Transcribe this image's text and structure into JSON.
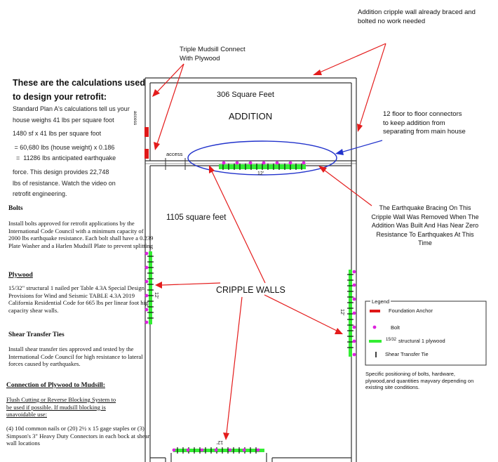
{
  "left_panel": {
    "title_line1": "These are the calculations used",
    "title_line2": "to design your retrofit:",
    "calc_lines": [
      "Standard Plan A's calculations tell us your",
      "house weighs 41 lbs per square foot",
      "1480 sf x 41 lbs per square foot",
      " = 60,680 lbs (house weight) x 0.186",
      "  =  11286 lbs anticipated earthquake",
      "force.  This design provides 22,748",
      "lbs of resistance. Watch the video on",
      "retrofit engineering."
    ],
    "bolts_heading": "Bolts",
    "bolts_text": "Install bolts approved for retrofit applications by the International Code Council with a minimum capacity of 2000 lbs earthquake resistance.  Each bolt shall have a 0.239  Plate Washer  and a Harlen Mudsill Plate to prevent splitting",
    "plywood_heading": "Plywood",
    "plywood_text": "15/32\" structural 1 nailed per Table 4.3A Special Design Provisions for Wind and Seismic TABLE 4.3A 2019 California Residential Code for 665 lbs per linear foot high capacity shear walls.",
    "shear_heading": "Shear Transfer Ties",
    "shear_text": "Install shear transfer ties  approved and tested by the International Code Council for high resistance to lateral forces caused by earthquakes.",
    "connection_heading": "Connection of Plywood to Mudsill:",
    "connection_line1": "Flush Cutting  or Reverse Blocking System to",
    "connection_line2": "be used if possible.  If  mudsill blocking is",
    "connection_line3": "unavoidable use:",
    "connection_text": "(4) 10d common nails or (20) 2½ x 15 gage staples or (3)  Simpson's 3\" Heavy Duty Connectors in each  bock at shear wall locations"
  },
  "annotations": {
    "addition_wall_note": "Addition cripple wall already braced and bolted no work needed",
    "triple_mudsill_note": "Triple Mudsill Connect With Plywood",
    "floor_connectors_note": "12 floor to floor connectors to keep addition from separating from main house",
    "bracing_removed_note": "The Earthquake Bracing On This Cripple Wall Was Removed When The Addition Was Built And Has Near Zero Resistance To Earthquakes At This Time",
    "cripple_walls_label": "CRIPPLE WALLS",
    "disclaimer": "Specific positioning of bolts, hardware, plywood,and quantities mayvary depending on existing site conditions."
  },
  "plan": {
    "addition_area": "306 Square Feet",
    "addition_label": "ADDITION",
    "main_area": "1105 square feet",
    "access_top": "access",
    "access_side": "access",
    "wall_length_addition": "12'",
    "wall_length_left": "12'",
    "wall_length_right": "12'",
    "wall_length_bottom": "12'"
  },
  "legend": {
    "title": "Legend",
    "items": [
      {
        "label": "Foundation Anchor",
        "color": "#e01818"
      },
      {
        "label": "Bolt",
        "color": "#dd22dd"
      },
      {
        "label": "structural 1 plywood",
        "prefix": "15/32",
        "color": "#33ee33"
      },
      {
        "label": "Shear Transfer Tie",
        "color": "#111111"
      }
    ]
  },
  "colors": {
    "arrow_red": "#e41c1c",
    "arrow_blue": "#2233cc",
    "plywood_green": "#33ee33",
    "bolt_magenta": "#dd22dd",
    "anchor_red": "#e01818"
  }
}
